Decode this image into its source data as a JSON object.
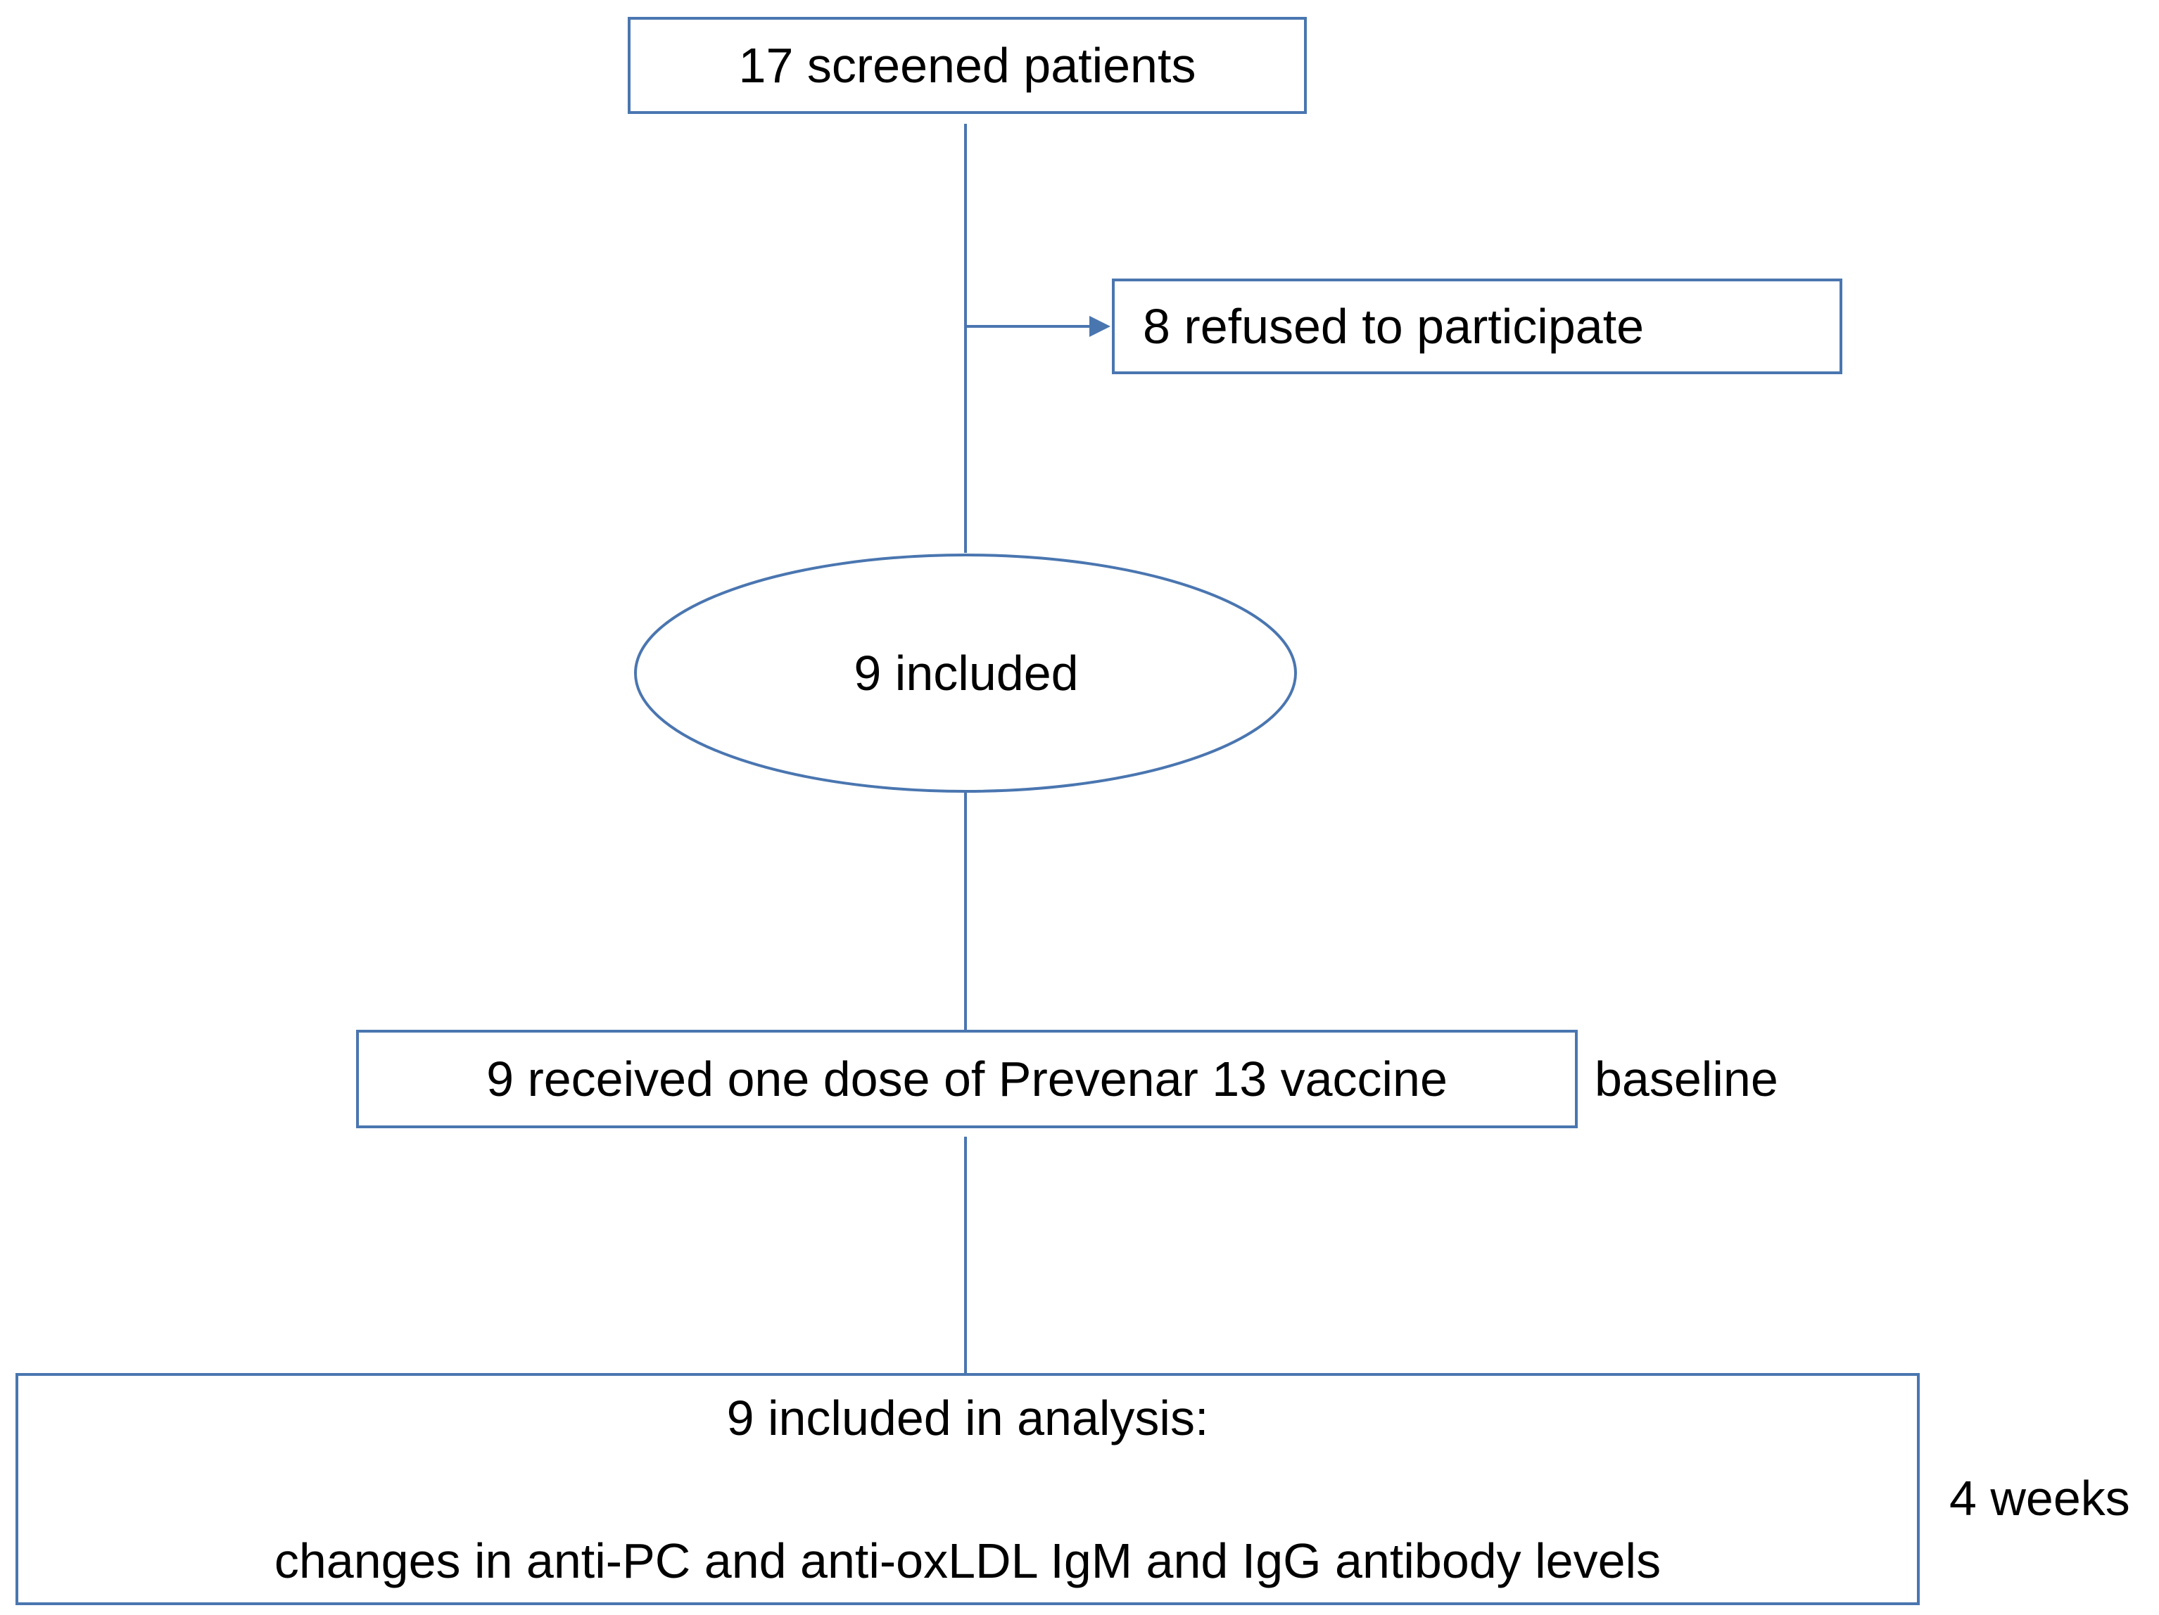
{
  "diagram": {
    "line_color": "#4a76b0",
    "nodes": {
      "screened": "17 screened patients",
      "refused": "8 refused to participate",
      "included": "9 included",
      "dose": "9 received one dose of Prevenar 13 vaccine",
      "analysis_title": "9 included in analysis:",
      "analysis_detail": "changes in anti-PC and anti-oxLDL IgM and IgG antibody levels"
    },
    "timepoints": {
      "baseline": "baseline",
      "followup": "4 weeks"
    }
  }
}
